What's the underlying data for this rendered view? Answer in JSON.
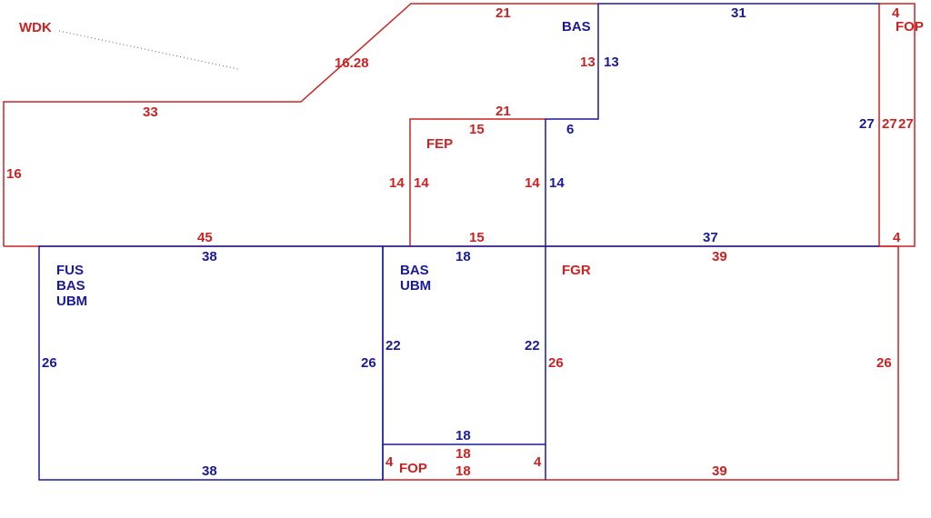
{
  "colors": {
    "red": "#cc2222",
    "blue": "#1a1a99",
    "background": "#ffffff"
  },
  "areas": {
    "wdk": "WDK",
    "bas_top": "BAS",
    "fop_top": "FOP",
    "fep": "FEP",
    "fus_codes": [
      "FUS",
      "BAS",
      "UBM"
    ],
    "bas_mid_codes": [
      "BAS",
      "UBM"
    ],
    "fgr": "FGR",
    "fop_bottom": "FOP"
  },
  "dimensions": {
    "top_roof": "21",
    "top_bas": "31",
    "fop_top_width": "4",
    "diagonal": "16.28",
    "bas_step_red": "13",
    "bas_step_blue": "13",
    "left_upper_width": "33",
    "left_upper_height": "16",
    "fep_top_outer": "21",
    "fep_top_inner": "15",
    "bas_ledge": "6",
    "right_27_blue": "27",
    "right_27_red_a": "27",
    "right_27_red_b": "27",
    "fep_left_outer": "14",
    "fep_left_inner": "14",
    "fep_right_red": "14",
    "fep_right_blue": "14",
    "left_bottom_red": "45",
    "fep_bottom": "15",
    "bas_bottom": "37",
    "fop_bottom_right_width": "4",
    "fus_top": "38",
    "mid_top": "18",
    "fgr_top": "39",
    "fus_left": "26",
    "fus_right": "26",
    "mid_left": "22",
    "mid_right": "22",
    "fgr_left": "26",
    "fgr_right": "26",
    "mid_bottom": "18",
    "fop_top_edge": "18",
    "fop_bottom_edge": "18",
    "fop_left": "4",
    "fop_right": "4",
    "fus_bottom": "38",
    "fgr_bottom": "39"
  }
}
